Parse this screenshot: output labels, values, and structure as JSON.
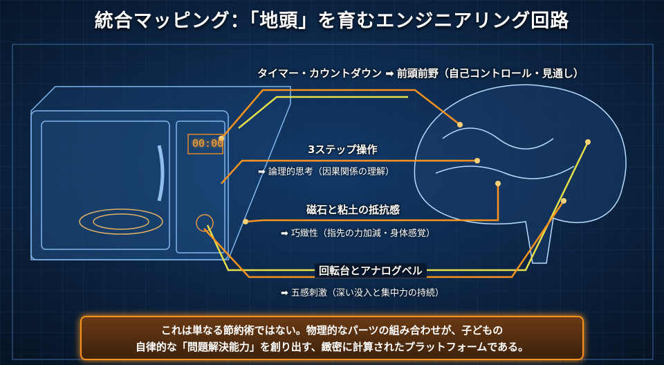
{
  "title": "統合マッピング：「地頭」を育むエンジニアリング回路",
  "microwave_display": "00:00",
  "mappings": [
    {
      "feature": "タイマー・カウントダウン",
      "arrow": "➡",
      "effect": "前頭前野（自己コントロール・見通し）"
    },
    {
      "feature": "3ステップ操作",
      "arrow": "➡",
      "effect": "論理的思考（因果関係の理解）"
    },
    {
      "feature": "磁石と粘土の抵抗感",
      "arrow": "➡",
      "effect": "巧緻性（指先の力加減・身体感覚）"
    },
    {
      "feature": "回転台とアナログベル",
      "arrow": "➡",
      "effect": "五感刺激（深い没入と集中力の持続）"
    }
  ],
  "summary": {
    "line1": "これは単なる節約術ではない。物理的なパーツの組み合わせが、子どもの",
    "line2": "自律的な「問題解決能力」を創り出す、緻密に計算されたプラットフォームである。"
  },
  "colors": {
    "background": "#0a1a33",
    "orange": "#f7931e",
    "yellow": "#e8e04a"
  }
}
